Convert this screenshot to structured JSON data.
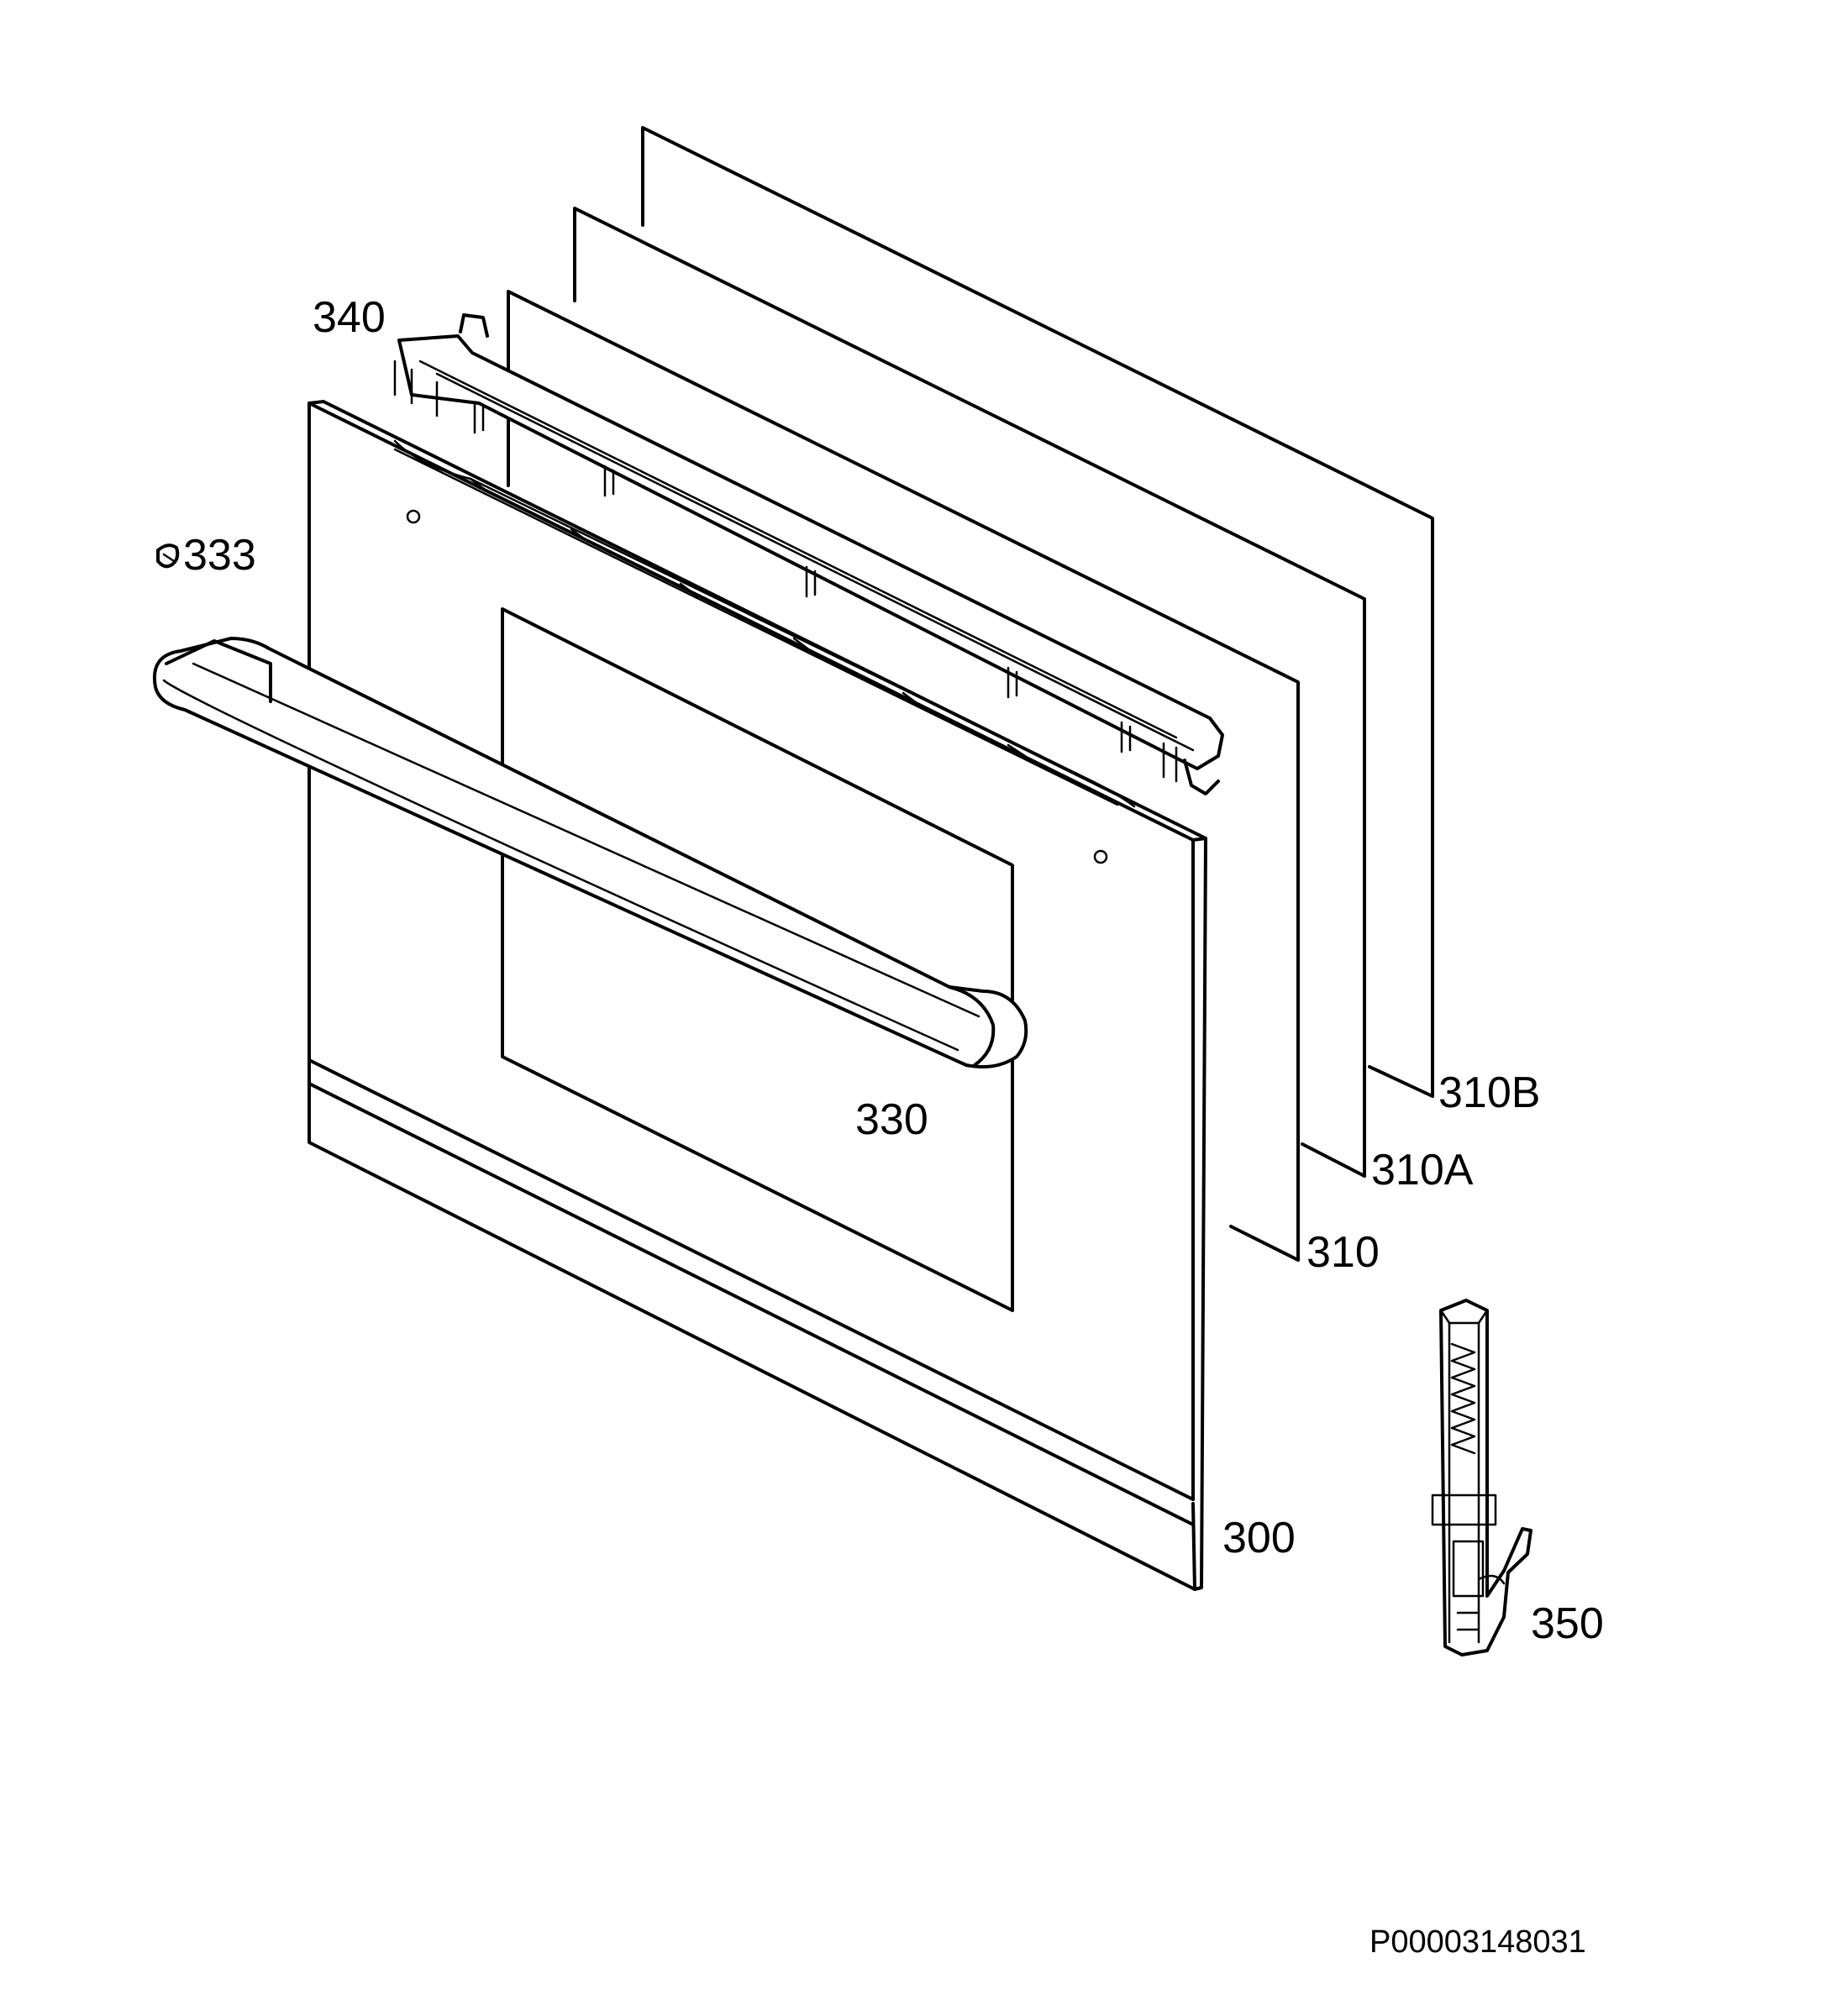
{
  "labels": {
    "p340": "340",
    "p333": "333",
    "p330": "330",
    "p310B": "310B",
    "p310A": "310A",
    "p310": "310",
    "p300": "300",
    "p350": "350"
  },
  "reference_code": "P00003148031"
}
